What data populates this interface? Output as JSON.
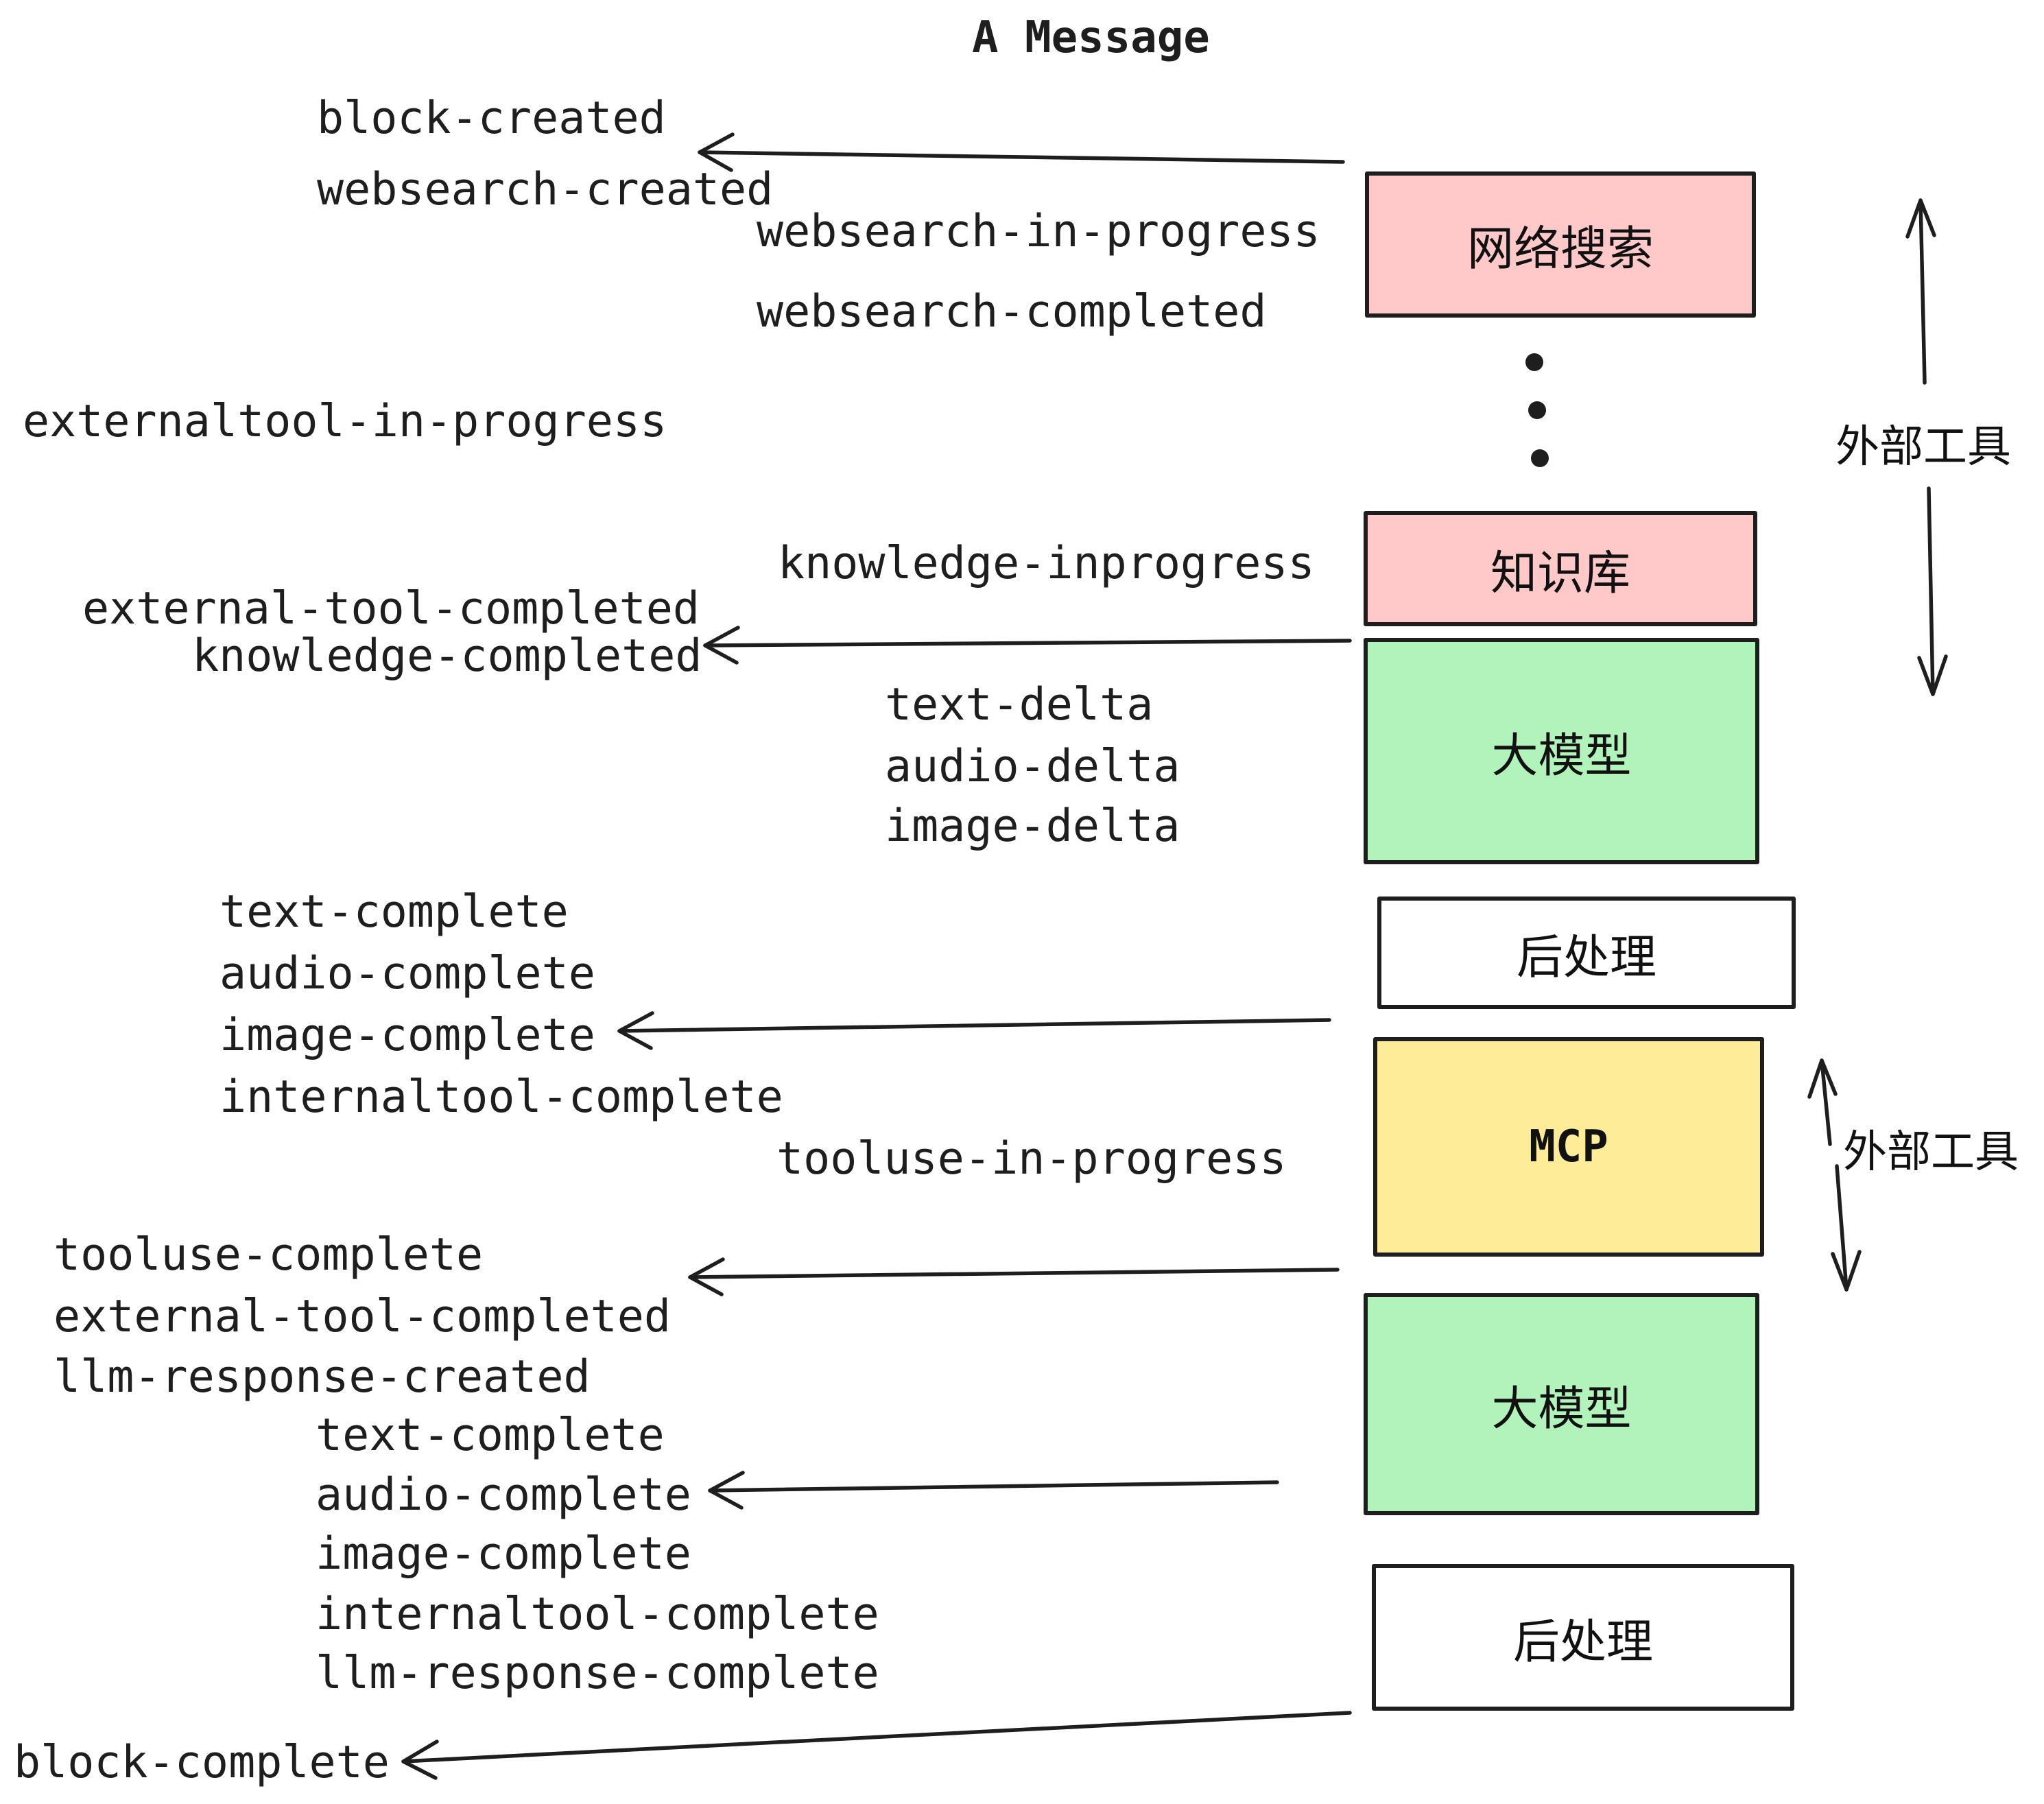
{
  "title": "A Message",
  "colors": {
    "box_pink": "#FFC9C9",
    "box_green": "#B2F2BB",
    "box_yellow": "#FFEC99",
    "box_white": "#FFFFFF",
    "ink": "#1E1E1E",
    "background": "#FFFFFF"
  },
  "boxes": [
    {
      "id": "web-search",
      "label": "网络搜索",
      "fill": "#FFC9C9"
    },
    {
      "id": "knowledge-base",
      "label": "知识库",
      "fill": "#FFC9C9"
    },
    {
      "id": "llm-1",
      "label": "大模型",
      "fill": "#B2F2BB"
    },
    {
      "id": "post-process-1",
      "label": "后处理",
      "fill": "#FFFFFF"
    },
    {
      "id": "mcp",
      "label": "MCP",
      "fill": "#FFEC99"
    },
    {
      "id": "llm-2",
      "label": "大模型",
      "fill": "#B2F2BB"
    },
    {
      "id": "post-process-2",
      "label": "后处理",
      "fill": "#FFFFFF"
    }
  ],
  "side_labels": [
    {
      "label": "外部工具"
    },
    {
      "label": "外部工具"
    }
  ],
  "events": [
    {
      "label": "block-created"
    },
    {
      "label": "websearch-created"
    },
    {
      "label": "websearch-in-progress"
    },
    {
      "label": "websearch-completed"
    },
    {
      "label": "externaltool-in-progress"
    },
    {
      "label": "knowledge-inprogress"
    },
    {
      "label": "external-tool-completed"
    },
    {
      "label": "knowledge-completed"
    },
    {
      "label": "text-delta"
    },
    {
      "label": "audio-delta"
    },
    {
      "label": "image-delta"
    },
    {
      "label": "text-complete"
    },
    {
      "label": "audio-complete"
    },
    {
      "label": "image-complete"
    },
    {
      "label": "internaltool-complete"
    },
    {
      "label": "tooluse-in-progress"
    },
    {
      "label": "tooluse-complete"
    },
    {
      "label": "external-tool-completed"
    },
    {
      "label": "llm-response-created"
    },
    {
      "label": "text-complete"
    },
    {
      "label": "audio-complete"
    },
    {
      "label": "image-complete"
    },
    {
      "label": "internaltool-complete"
    },
    {
      "label": "llm-response-complete"
    },
    {
      "label": "block-complete"
    }
  ]
}
